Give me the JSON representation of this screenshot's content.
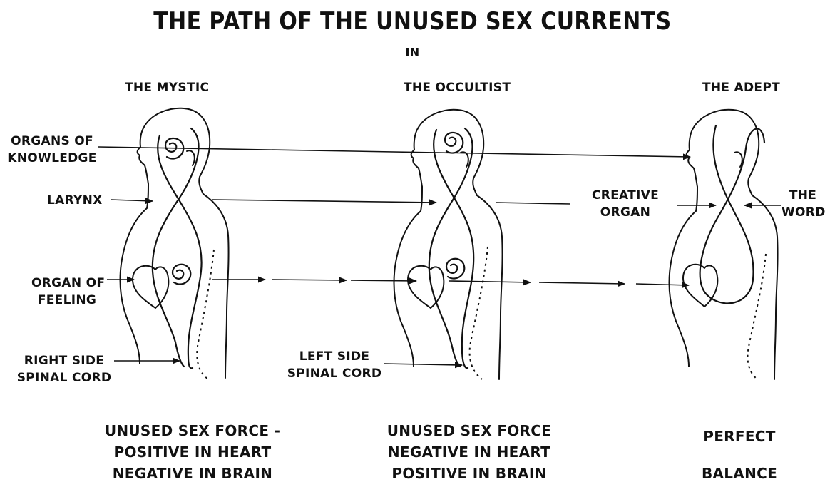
{
  "title": "THE PATH OF THE UNUSED SEX CURRENTS",
  "subtitle": "IN",
  "figures": [
    {
      "heading": "THE MYSTIC",
      "caption": [
        "UNUSED SEX FORCE -",
        "POSITIVE IN HEART",
        "NEGATIVE IN BRAIN"
      ]
    },
    {
      "heading": "THE OCCULTIST",
      "caption": [
        "UNUSED SEX FORCE",
        "NEGATIVE IN HEART",
        "POSITIVE IN BRAIN"
      ]
    },
    {
      "heading": "THE ADEPT",
      "caption": [
        "PERFECT",
        "BALANCE"
      ]
    }
  ],
  "labels": {
    "organs_of_knowledge": [
      "ORGANS OF",
      "KNOWLEDGE"
    ],
    "larynx": "LARYNX",
    "organ_of_feeling": [
      "ORGAN OF",
      "FEELING"
    ],
    "right_side_spinal_cord": [
      "RIGHT SIDE",
      "SPINAL CORD"
    ],
    "left_side_spinal_cord": [
      "LEFT SIDE",
      "SPINAL CORD"
    ],
    "creative_organ": [
      "CREATIVE",
      "ORGAN"
    ],
    "the_word": [
      "THE",
      "WORD"
    ]
  }
}
